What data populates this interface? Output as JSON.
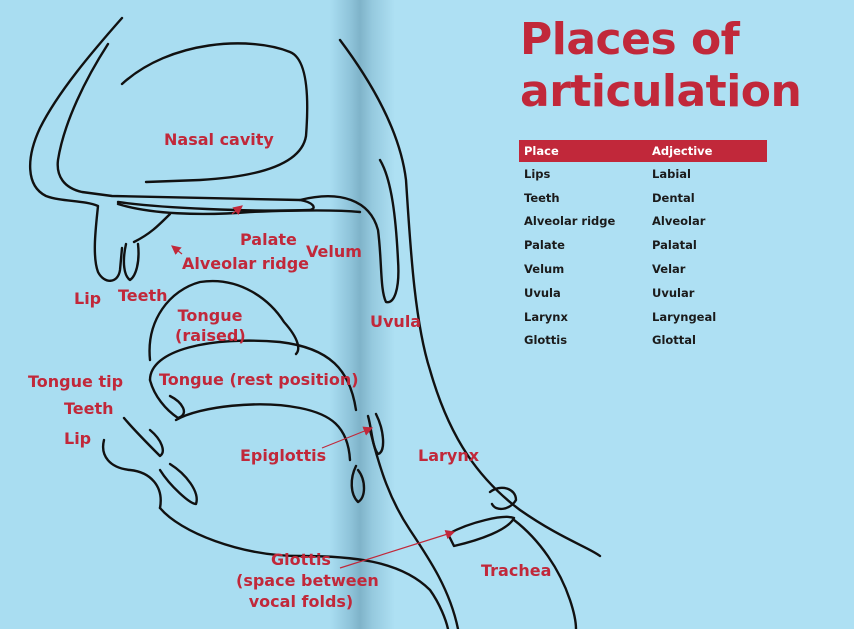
{
  "title": {
    "line1": "Places of",
    "line2": "articulation"
  },
  "table": {
    "headers": {
      "place": "Place",
      "adjective": "Adjective"
    },
    "rows": [
      {
        "place": "Lips",
        "adjective": "Labial"
      },
      {
        "place": "Teeth",
        "adjective": "Dental"
      },
      {
        "place": "Alveolar ridge",
        "adjective": "Alveolar"
      },
      {
        "place": "Palate",
        "adjective": "Palatal"
      },
      {
        "place": "Velum",
        "adjective": "Velar"
      },
      {
        "place": "Uvula",
        "adjective": "Uvular"
      },
      {
        "place": "Larynx",
        "adjective": "Laryngeal"
      },
      {
        "place": "Glottis",
        "adjective": "Glottal"
      }
    ]
  },
  "labels": {
    "nasal_cavity": "Nasal cavity",
    "palate": "Palate",
    "velum": "Velum",
    "alveolar_ridge": "Alveolar ridge",
    "lip_upper": "Lip",
    "teeth_upper": "Teeth",
    "uvula": "Uvula",
    "tongue_raised": "Tongue (raised)",
    "tongue_tip": "Tongue tip",
    "tongue_rest": "Tongue (rest position)",
    "teeth_lower": "Teeth",
    "lip_lower": "Lip",
    "epiglottis": "Epiglottis",
    "larynx": "Larynx",
    "glottis": "Glottis",
    "glottis_note_1": "(space between",
    "glottis_note_2": "vocal folds)",
    "trachea": "Trachea"
  },
  "colors": {
    "accent": "#c1283a",
    "background": "#a9ddf1",
    "line": "#111111"
  }
}
